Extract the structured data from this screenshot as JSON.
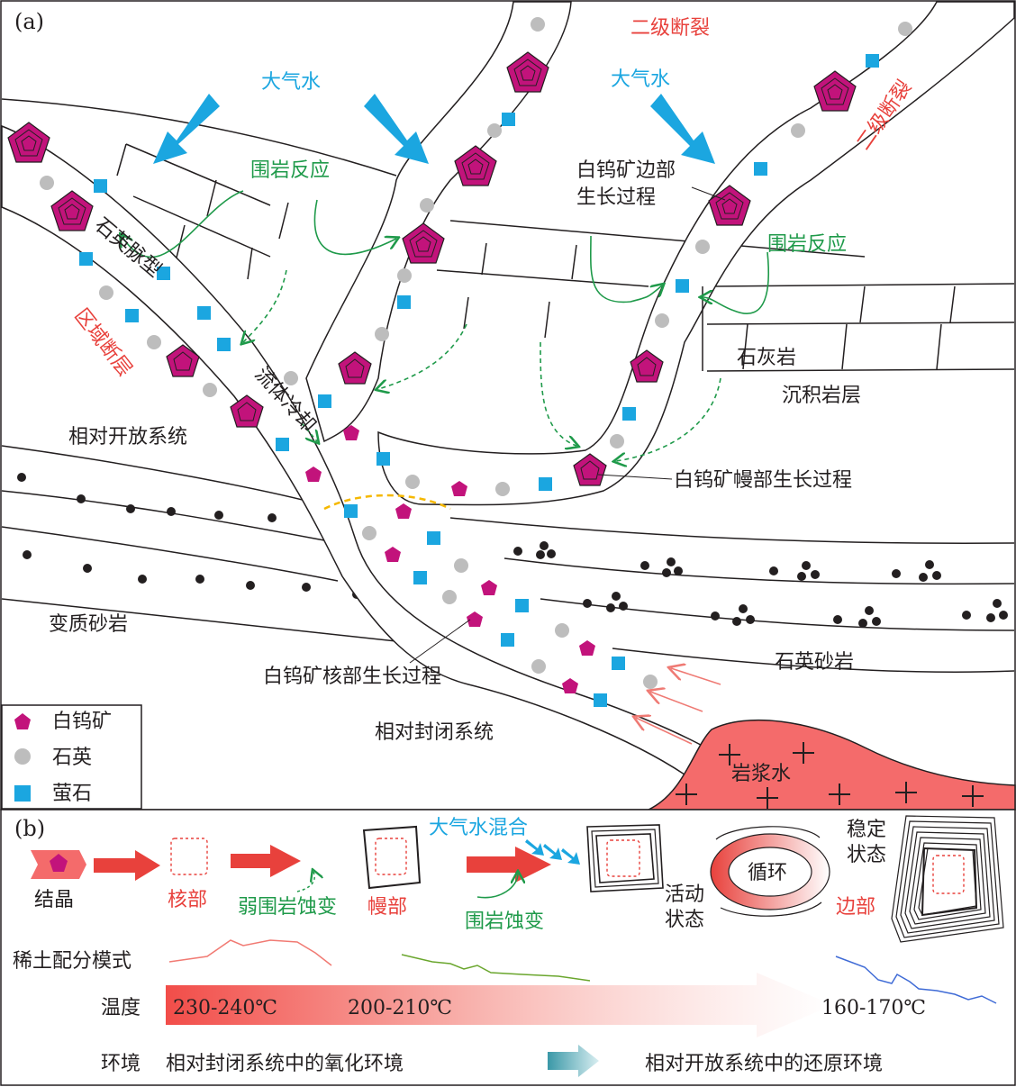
{
  "panel_a": {
    "label": "(a)",
    "meteoric_water_1": "大气水",
    "meteoric_water_2": "大气水",
    "secondary_fault_1": "二级断裂",
    "secondary_fault_2": "二级断裂",
    "wallrock_reaction_1": "围岩反应",
    "wallrock_reaction_2": "围岩反应",
    "quartz_vein_type": "石英脉型",
    "regional_fault": "区域断层",
    "fluid_cooling": "流体冷却",
    "relatively_open_system": "相对开放系统",
    "scheelite_rim_line1": "白钨矿边部",
    "scheelite_rim_line2": "生长过程",
    "scheelite_mantle": "白钨矿幔部生长过程",
    "scheelite_core": "白钨矿核部生长过程",
    "limestone": "石灰岩",
    "sedimentary_layer": "沉积岩层",
    "metasandstone": "变质砂岩",
    "quartz_sandstone": "石英砂岩",
    "relatively_closed_system": "相对封闭系统",
    "magmatic_water": "岩浆水"
  },
  "legend": {
    "scheelite": "白钨矿",
    "quartz": "石英",
    "fluorite": "萤石"
  },
  "panel_b": {
    "label": "(b)",
    "crystallization": "结晶",
    "core": "核部",
    "weak_alteration": "弱围岩蚀变",
    "mantle": "幔部",
    "meteoric_mixing": "大气水混合",
    "wallrock_alteration": "围岩蚀变",
    "active_state_line1": "活动",
    "active_state_line2": "状态",
    "circulation": "循环",
    "stable_state_line1": "稳定",
    "stable_state_line2": "状态",
    "rim": "边部",
    "ree_pattern": "稀土配分模式",
    "temperature_label": "温度",
    "temp_1": "230-240℃",
    "temp_2": "200-210℃",
    "temp_3": "160-170℃",
    "environment_label": "环境",
    "env_closed": "相对封闭系统中的氧化环境",
    "env_open": "相对开放系统中的还原环境"
  },
  "colors": {
    "scheelite": "#c2137b",
    "quartz": "#bdbdbd",
    "fluorite": "#1ba6e0",
    "red_arrow": "#e8413c",
    "green": "#1f9a4a",
    "magma": "#f46b6b"
  }
}
